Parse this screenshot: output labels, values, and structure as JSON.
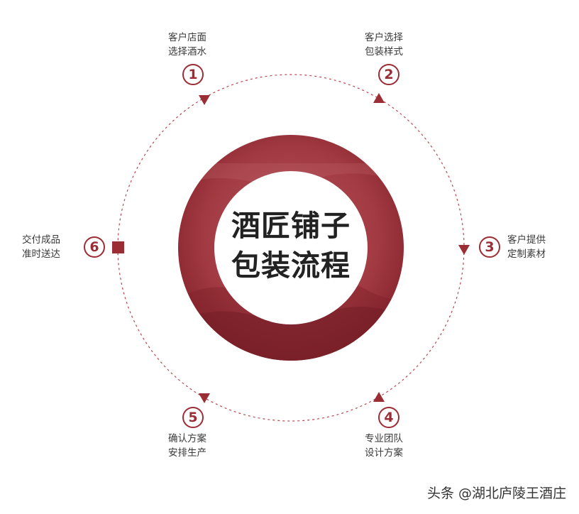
{
  "colors": {
    "accent": "#9b2d35",
    "ring": "#a23a42",
    "ring_dark": "#8a2730",
    "dash": "#b8474f"
  },
  "center": {
    "line1": "酒匠铺子",
    "line2": "包装流程"
  },
  "steps": [
    {
      "num": "1",
      "line1": "客户店面",
      "line2": "选择酒水"
    },
    {
      "num": "2",
      "line1": "客户选择",
      "line2": "包装样式"
    },
    {
      "num": "3",
      "line1": "客户提供",
      "line2": "定制素材"
    },
    {
      "num": "4",
      "line1": "专业团队",
      "line2": "设计方案"
    },
    {
      "num": "5",
      "line1": "确认方案",
      "line2": "安排生产"
    },
    {
      "num": "6",
      "line1": "交付成品",
      "line2": "准时送达"
    }
  ],
  "watermark": "头条 @湖北庐陵王酒庄"
}
